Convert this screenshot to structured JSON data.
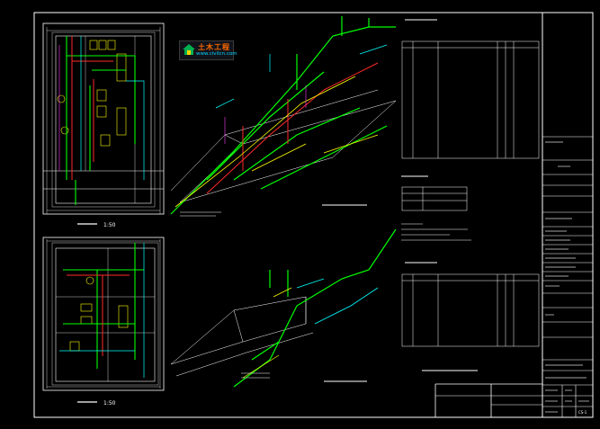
{
  "logo": {
    "name": "土木工程",
    "url": "www.civilcn.com",
    "colors": {
      "name": "#ff6a00",
      "url": "#00d8ff"
    }
  },
  "drawing": {
    "plan_top_scale": "1:50",
    "plan_bottom_scale": "1:50",
    "colors": {
      "background": "#000000",
      "frame": "#ffffff",
      "supply_pipe": "#00ff00",
      "hot_pipe": "#ff2a2a",
      "drain_pipe": "#ffff00",
      "aux_pipe": "#00ffff",
      "magenta": "#ff40ff"
    }
  },
  "title_block": {
    "drawing_no": "CS-1"
  }
}
